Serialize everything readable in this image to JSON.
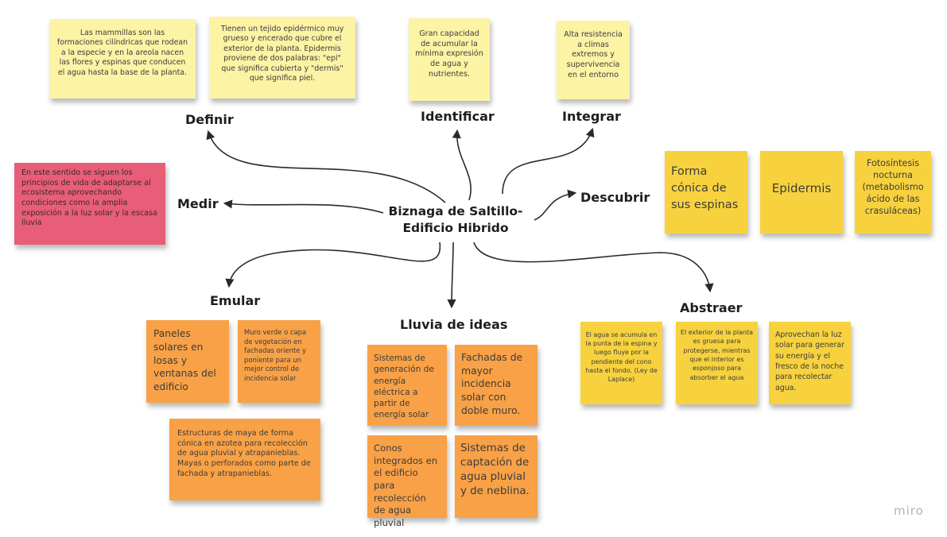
{
  "center": {
    "line1": "Biznaga de Saltillo-",
    "line2": "Edificio Hibrido"
  },
  "labels": {
    "definir": "Definir",
    "identificar": "Identificar",
    "integrar": "Integrar",
    "medir": "Medir",
    "descubrir": "Descubrir",
    "emular": "Emular",
    "lluvia": "Lluvia de ideas",
    "abstraer": "Abstraer"
  },
  "notes": {
    "definir_1": "Las mammillas son las formaciones cilíndricas que rodean a la especie y en la areola nacen las flores y espinas  que conducen el agua hasta la base de la planta.",
    "definir_2": "Tienen un tejido epidérmico muy grueso y encerado que cubre el exterior de la planta. Epidermis proviene de dos palabras: \"epi\" que significa cubierta y \"dermis\" que significa piel.",
    "identificar": "Gran capacidad de acumular la mínima expresión de agua y nutrientes.",
    "integrar": "Alta resistencia a climas extremos y supervivencia en el entorno",
    "medir": "En este sentido se siguen los principios de vida de adaptarse al ecosistema aprovechando condiciones como la amplia exposición a la luz solar y la escasa lluvia",
    "descubrir_1": "Forma cónica de sus espinas",
    "descubrir_2": "Epidermis",
    "descubrir_3": "Fotosíntesis nocturna (metabolismo ácido de las crasuláceas)",
    "emular_1": "Paneles solares en losas y ventanas del edificio",
    "emular_2": "Muro verde o capa de vegetación en fachadas oriente y poniente para un mejor control de incidencia solar",
    "emular_3": "Estructuras de maya de forma cónica en azotea para recolección de agua pluvial y atrapanieblas. Mayas o perforados como parte de fachada y atrapanieblas.",
    "lluvia_1": "Sistemas de generación de energía eléctrica a partir de energía solar",
    "lluvia_2": "Fachadas de mayor incidencia solar con doble muro.",
    "lluvia_3": "Conos integrados en el edificio para recolección de agua pluvial",
    "lluvia_4": "Sistemas de captación de agua pluvial y de neblina.",
    "abstraer_1": "El agua se acumula en la punta de la espina y luego fluye por la pendiente del cono hasta el fondo. (Ley de Laplace)",
    "abstraer_2": "El exterior de la planta es gruesa para protegerse, mientras que el interior es esponjoso para absorber el agua",
    "abstraer_3": "Aprovechan la luz solar para generar su energía y el fresco de la noche para recolectar agua."
  },
  "watermark": "miro",
  "colors": {
    "pale_yellow": "#fcf3a4",
    "yellow": "#f7d23e",
    "orange": "#f9a146",
    "pink": "#e85d78",
    "arrow": "#2a2a2a"
  }
}
